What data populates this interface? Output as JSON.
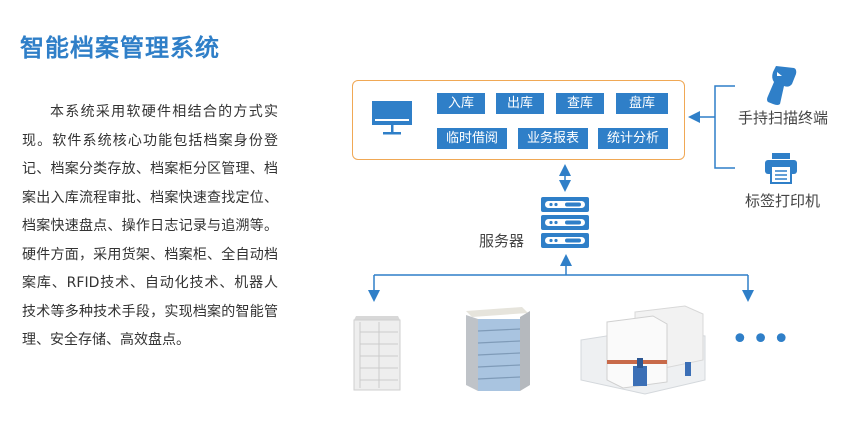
{
  "title": "智能档案管理系统",
  "description": "本系统采用软硬件相结合的方式实现。软件系统核心功能包括档案身份登记、档案分类存放、档案柜分区管理、档案出入库流程审批、档案快速查找定位、档案快速盘点、操作日志记录与追溯等。硬件方面，采用货架、档案柜、全自动档案库、RFID技术、自动化技术、机器人技术等多种技术手段，实现档案的智能管理、安全存储、高效盘点。",
  "software_modules": {
    "row1": [
      "入库",
      "出库",
      "查库",
      "盘库"
    ],
    "row2": [
      "临时借阅",
      "业务报表",
      "统计分析"
    ]
  },
  "devices": {
    "scanner": "手持扫描终端",
    "printer": "标签打印机"
  },
  "server_label": "服务器",
  "hardware": {
    "more": "•••",
    "items": [
      "shelf-cabinet",
      "archive-cabinet",
      "automated-archive-warehouse"
    ]
  },
  "colors": {
    "accent": "#2f7fc8",
    "box_border": "#f0a855"
  }
}
